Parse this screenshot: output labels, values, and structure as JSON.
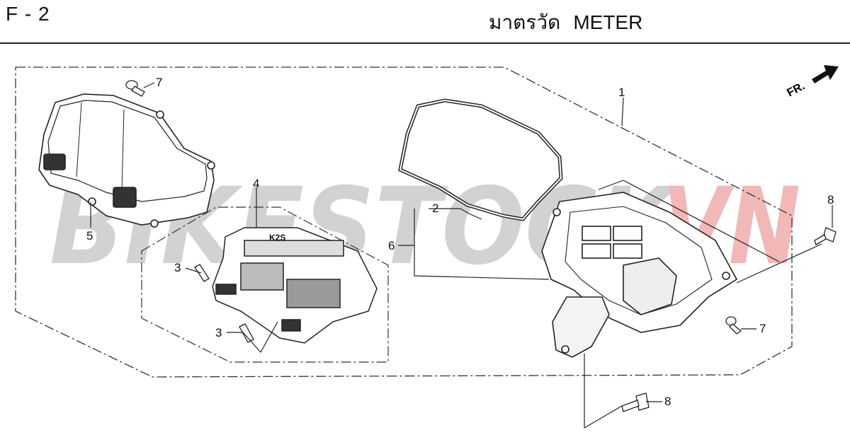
{
  "header": {
    "figure_code": "F - 2",
    "title_thai": "มาตรวัด",
    "title_en": "METER"
  },
  "watermark": {
    "text_main": "BIKESTOCK",
    "text_accent": "VN",
    "main_color": "#d2d2d2",
    "accent_color": "#f2b8b8"
  },
  "direction_label": "FR.",
  "callouts": {
    "c1": "1",
    "c2": "2",
    "c3a": "3",
    "c3b": "3",
    "c4": "4",
    "c5": "5",
    "c6": "6",
    "c7a": "7",
    "c7b": "7",
    "c8a": "8",
    "c8b": "8"
  }
}
